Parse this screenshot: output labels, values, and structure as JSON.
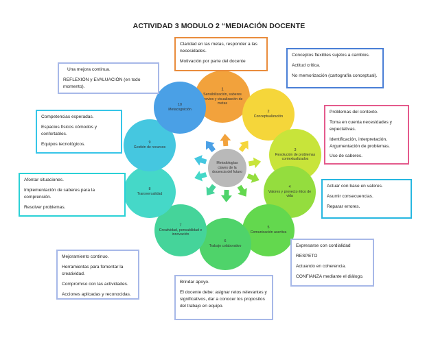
{
  "title": "ACTIVIDAD 3 MODULO 2 “MEDIACIÓN DOCENTE",
  "center": {
    "label": "Metodologías claves de la docencia del futuro",
    "color": "#b9b9b9"
  },
  "nodes": [
    {
      "num": "1",
      "label": "Sensibilización, saberes previos y visualización de metas",
      "color": "#f2a23c"
    },
    {
      "num": "2",
      "label": "Conceptualización",
      "color": "#f5d63a"
    },
    {
      "num": "3",
      "label": "Resolución de problemas contextualizados",
      "color": "#c8e43a"
    },
    {
      "num": "4",
      "label": "Valores y proyecto ético de vida",
      "color": "#94dd3e"
    },
    {
      "num": "5",
      "label": "Comunicación asertiva",
      "color": "#63d84e"
    },
    {
      "num": "6",
      "label": "Trabajo colaborativo",
      "color": "#4fd36a"
    },
    {
      "num": "7",
      "label": "Creatividad, pensabilidad e innovación",
      "color": "#45d49a"
    },
    {
      "num": "8",
      "label": "Transversalidad",
      "color": "#45d8c8"
    },
    {
      "num": "9",
      "label": "Gestión de recursos",
      "color": "#45c7e0"
    },
    {
      "num": "10",
      "label": "Metacognición",
      "color": "#4aa0e6"
    }
  ],
  "boxes": [
    {
      "id": "top-center",
      "color": "#e98c3c",
      "lines": [
        "Claridad en las metas, responder a las necesidades.",
        "Motivación por parte del docente"
      ]
    },
    {
      "id": "top-left",
      "color": "#a7b8e8",
      "lines": [
        "Una mejora continua.",
        "REFLEXIÓN y EVALUACIÓN (en todo momento)."
      ]
    },
    {
      "id": "top-right",
      "color": "#4a7fd6",
      "lines": [
        "Conceptos flexibles sujetos a cambios.",
        "Actitud crítica.",
        "No memorización (cartografía conceptual)."
      ]
    },
    {
      "id": "mid-left",
      "color": "#36c5e8",
      "lines": [
        "Competencias esperadas.",
        "Espacios físicos cómodos y confortables.",
        "Equipos tecnológicos."
      ]
    },
    {
      "id": "mid-right",
      "color": "#e45a8c",
      "lines": [
        "Problemas del contexto.",
        "Toma en cuenta necesidades y expectativas.",
        "Identificación, interpretación, Argumentación de problemas.",
        "Uso de saberes."
      ]
    },
    {
      "id": "left",
      "color": "#2ad1d6",
      "lines": [
        "Afontar situaciones.",
        "Implementación de saberes para la comprensión.",
        "Resolver problemas."
      ]
    },
    {
      "id": "right",
      "color": "#27b7e0",
      "lines": [
        "Actuar con base en valores.",
        "Asumir consecuencias.",
        "Reparar errores."
      ]
    },
    {
      "id": "bottom-left",
      "color": "#a7b8e8",
      "lines": [
        "Mejoramiento continuo.",
        "Herramientas para fomentar la creatividad.",
        "Compromiso con las actividades.",
        "Acciones aplicadas y reconocidas."
      ]
    },
    {
      "id": "bottom-center",
      "color": "#a7b8e8",
      "lines": [
        "Brindar apoyo.",
        "El docente debe: asignar retos relevantes y significativos, dar a conocer los propositos del trabajo en equipo."
      ]
    },
    {
      "id": "bottom-right",
      "color": "#a7b8e8",
      "lines": [
        "Expresarse con cordialidad",
        "RESPETO",
        "Actuando en coherencia.",
        "CONFIANZA mediante el diálogo."
      ]
    }
  ]
}
